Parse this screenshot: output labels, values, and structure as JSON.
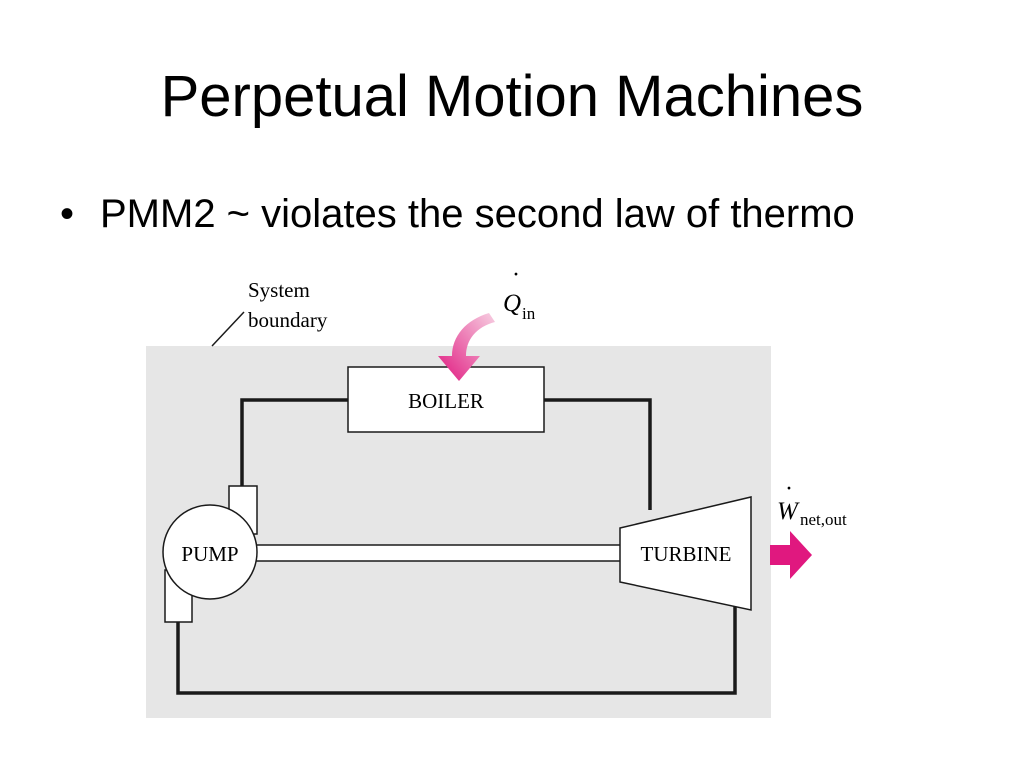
{
  "slide": {
    "title": "Perpetual Motion Machines",
    "bullet_symbol": "•",
    "bullet_text": "PMM2 ~ violates the second law of thermo"
  },
  "diagram": {
    "system_boundary_line1": "System",
    "system_boundary_line2": "boundary",
    "boiler_label": "BOILER",
    "pump_label": "PUMP",
    "turbine_label": "TURBINE",
    "heat_in_symbol": "Q",
    "heat_in_dot": "·",
    "heat_in_subscript": "in",
    "work_out_symbol": "W",
    "work_out_dot": "·",
    "work_out_subscript": "net,out"
  },
  "colors": {
    "background": "#ffffff",
    "boundary_fill": "#e6e6e6",
    "pipe": "#1a1a1a",
    "component_fill": "#ffffff",
    "arrow_magenta": "#e0187f",
    "arrow_magenta_light": "#f2a6cc",
    "text": "#000000"
  }
}
